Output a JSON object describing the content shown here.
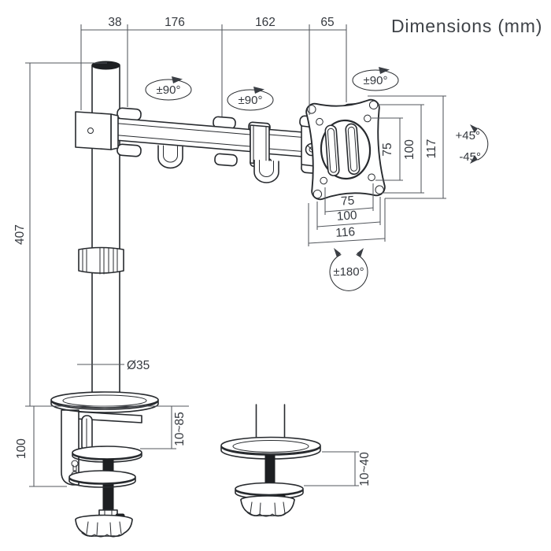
{
  "title": "Dimensions (mm)",
  "colors": {
    "line": "#272a2e",
    "dim_line": "#53575d",
    "text": "#35393f",
    "dark_fill": "#1d1f22",
    "background": "#ffffff"
  },
  "dims": {
    "top": [
      "38",
      "176",
      "162",
      "65"
    ],
    "pole_height": "407",
    "pole_diameter": "Ø35",
    "base_height": "100",
    "clamp_range": "10~85",
    "grommet_range": "10~40",
    "vesa_right": [
      "75",
      "100",
      "117"
    ],
    "vesa_bottom": [
      "75",
      "100",
      "116"
    ]
  },
  "rotations": {
    "joint1": "±90°",
    "joint2": "±90°",
    "vesa_swivel": "±90°",
    "tilt_up": "+45°",
    "tilt_down": "-45°",
    "vesa_rotate": "±180°"
  }
}
